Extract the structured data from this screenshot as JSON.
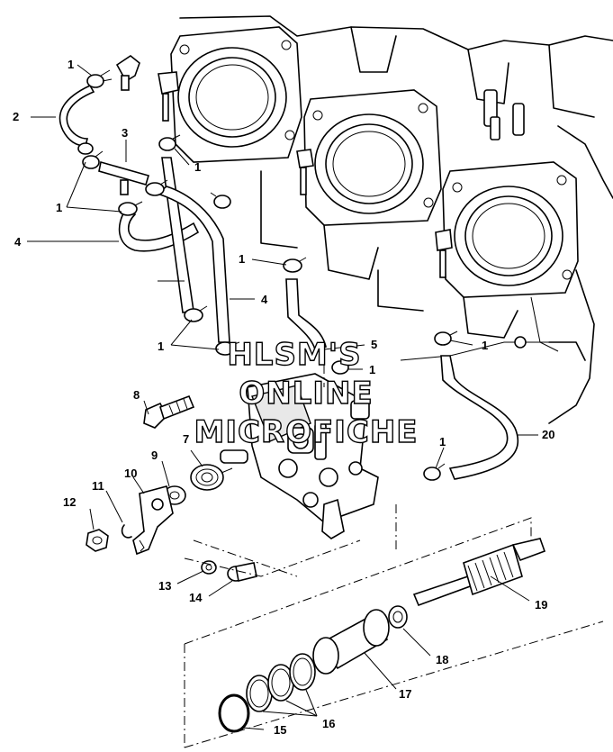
{
  "watermark": {
    "line1": "HLSM'S",
    "line2": "ONLINE",
    "line3": "MICROFICHE"
  },
  "callouts": {
    "c1": "1",
    "c2": "2",
    "c3": "3",
    "c4": "4",
    "c5": "5",
    "c7": "7",
    "c8": "8",
    "c9": "9",
    "c10": "10",
    "c11": "11",
    "c12": "12",
    "c13": "13",
    "c14": "14",
    "c15": "15",
    "c16": "16",
    "c17": "17",
    "c18": "18",
    "c19": "19",
    "c20": "20"
  }
}
